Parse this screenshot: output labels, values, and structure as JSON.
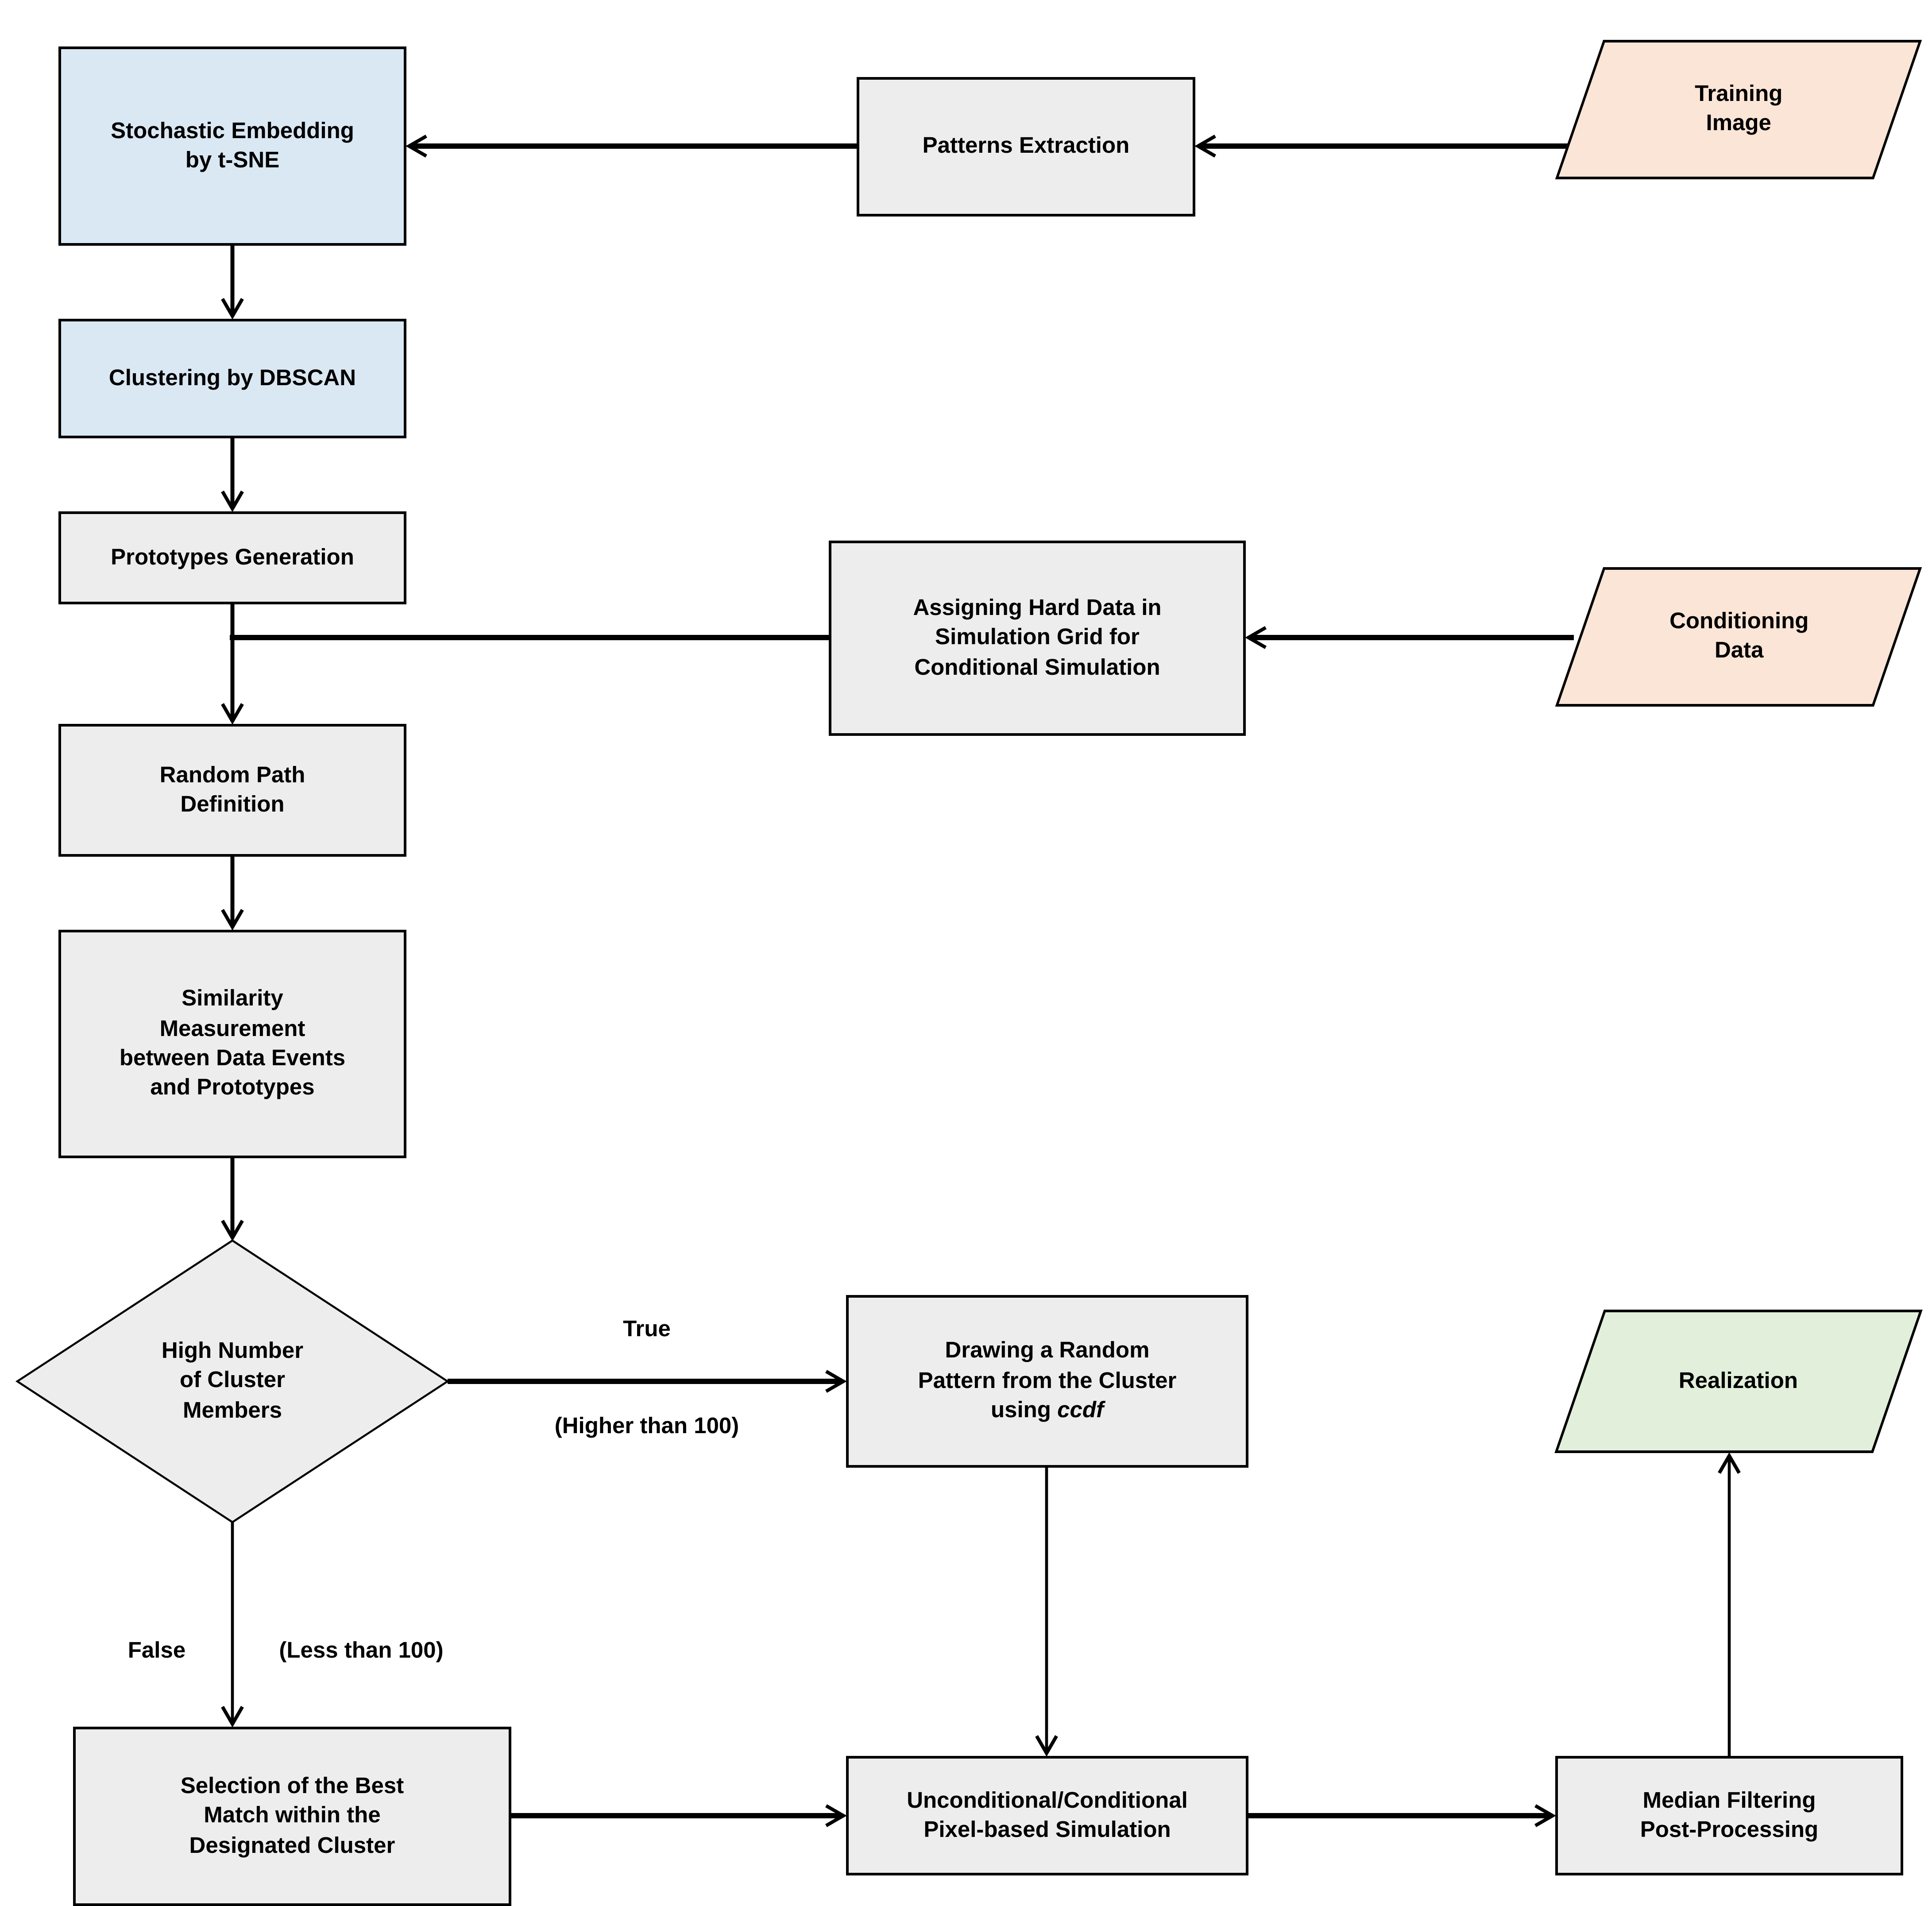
{
  "nodes": {
    "stochastic_embedding": {
      "label": "Stochastic Embedding\nby t-SNE",
      "fill": "#DAE8F4"
    },
    "patterns_extraction": {
      "label": "Patterns Extraction",
      "fill": "#EDEDED"
    },
    "training_image": {
      "label": "Training\nImage",
      "fill": "#FBE5D6"
    },
    "clustering_dbscan": {
      "label": "Clustering by DBSCAN",
      "fill": "#DAE8F4"
    },
    "prototypes_generation": {
      "label": "Prototypes Generation",
      "fill": "#EDEDED"
    },
    "assigning_hard_data": {
      "label": "Assigning Hard Data in\nSimulation Grid for\nConditional Simulation",
      "fill": "#EDEDED"
    },
    "conditioning_data": {
      "label": "Conditioning\nData",
      "fill": "#FBE5D6"
    },
    "random_path": {
      "label": "Random Path\nDefinition",
      "fill": "#EDEDED"
    },
    "similarity_measurement": {
      "label": "Similarity\nMeasurement\nbetween Data Events\nand Prototypes",
      "fill": "#EDEDED"
    },
    "high_number_decision": {
      "label": "High Number\nof Cluster\nMembers",
      "fill": "#EDEDED"
    },
    "drawing_random_pattern": {
      "label_main": "Drawing a Random\nPattern from the Cluster\nusing ",
      "label_italic": "ccdf",
      "fill": "#EDEDED"
    },
    "realization": {
      "label": "Realization",
      "fill": "#E2EFDA"
    },
    "selection_best_match": {
      "label": "Selection of the Best\nMatch within the\nDesignated Cluster",
      "fill": "#EDEDED"
    },
    "unconditional_simulation": {
      "label": "Unconditional/Conditional\nPixel-based Simulation",
      "fill": "#EDEDED"
    },
    "median_filtering": {
      "label": "Median Filtering\nPost-Processing",
      "fill": "#EDEDED"
    }
  },
  "edge_labels": {
    "true_branch": "True",
    "true_condition": "(Higher than 100)",
    "false_branch": "False",
    "false_condition": "(Less than 100)"
  },
  "colors": {
    "process_fill": "#EDEDED",
    "embedding_fill": "#DAE8F4",
    "input_fill": "#FBE5D6",
    "output_fill": "#E2EFDA",
    "line_stroke": "#000000"
  }
}
